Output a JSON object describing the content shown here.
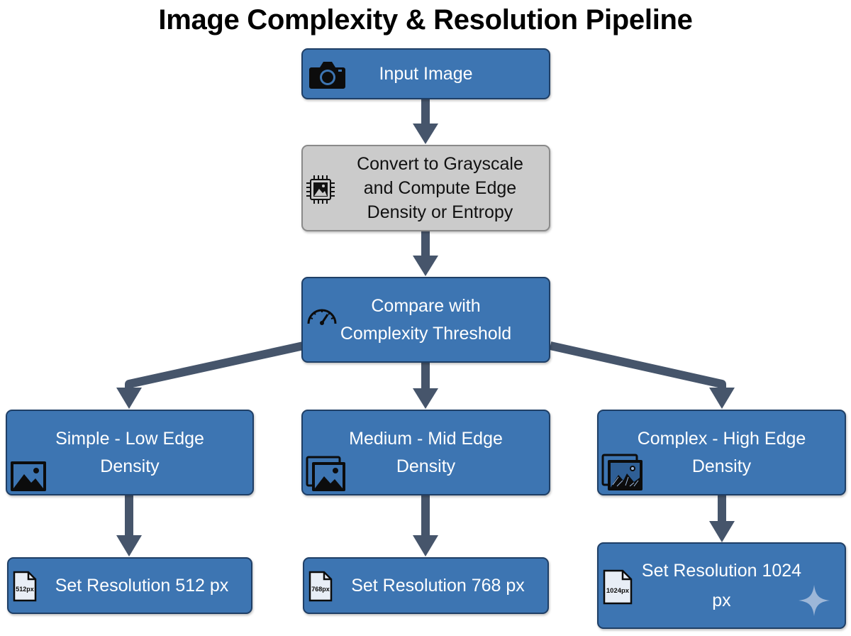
{
  "title": "Image Complexity & Resolution Pipeline",
  "colors": {
    "node_blue": "#3d75b2",
    "node_gray": "#cbcbcb",
    "arrow": "#46556b"
  },
  "nodes": {
    "input": {
      "label": "Input Image",
      "icon": "camera-icon"
    },
    "convert": {
      "label_lines": [
        "Convert to Grayscale",
        "and Compute Edge",
        "Density or Entropy"
      ],
      "icon": "chip-image-icon"
    },
    "compare": {
      "label_lines": [
        "Compare with",
        "Complexity Threshold"
      ],
      "icon": "speedometer-icon"
    },
    "simple": {
      "label_lines": [
        "Simple - Low Edge",
        "Density"
      ],
      "icon": "image-icon"
    },
    "medium": {
      "label_lines": [
        "Medium - Mid Edge",
        "Density"
      ],
      "icon": "images-icon"
    },
    "complex": {
      "label_lines": [
        "Complex - High Edge",
        "Density"
      ],
      "icon": "detailed-images-icon"
    },
    "res512": {
      "label": "Set Resolution 512 px",
      "icon_text": "512px",
      "icon": "file-icon"
    },
    "res768": {
      "label": "Set Resolution 768 px",
      "icon_text": "768px",
      "icon": "file-icon"
    },
    "res1024": {
      "label_lines": [
        "Set Resolution 1024",
        "px"
      ],
      "icon_text": "1024px",
      "icon": "file-icon"
    }
  },
  "edges": [
    {
      "from": "input",
      "to": "convert"
    },
    {
      "from": "convert",
      "to": "compare"
    },
    {
      "from": "compare",
      "to": "simple"
    },
    {
      "from": "compare",
      "to": "medium"
    },
    {
      "from": "compare",
      "to": "complex"
    },
    {
      "from": "simple",
      "to": "res512"
    },
    {
      "from": "medium",
      "to": "res768"
    },
    {
      "from": "complex",
      "to": "res1024"
    }
  ]
}
